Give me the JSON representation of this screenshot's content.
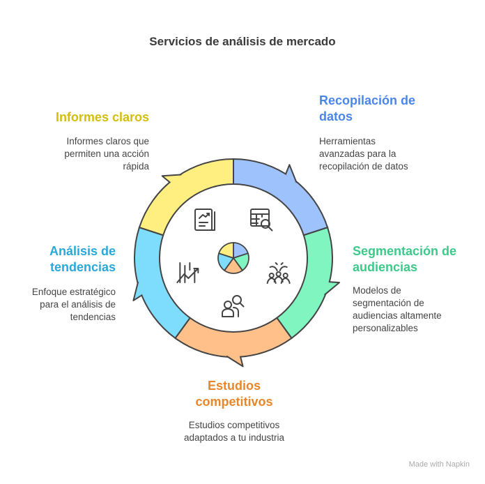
{
  "title": "Servicios de análisis de mercado",
  "sections": [
    {
      "heading": "Recopilación de datos",
      "heading_lines": [
        "Recopilación de",
        "datos"
      ],
      "description_lines": [
        "Herramientas",
        "avanzadas para la",
        "recopilación de datos"
      ],
      "color": "#9EC2FB",
      "text_color": "#4A86E8",
      "icon": "table-search-icon"
    },
    {
      "heading": "Segmentación de audiencias",
      "heading_lines": [
        "Segmentación de",
        "audiencias"
      ],
      "description_lines": [
        "Modelos de",
        "segmentación de",
        "audiencias altamente",
        "personalizables"
      ],
      "color": "#80F5C0",
      "text_color": "#3CC98A",
      "icon": "audience-group-icon"
    },
    {
      "heading": "Estudios competitivos",
      "heading_lines": [
        "Estudios",
        "competitivos"
      ],
      "description_lines": [
        "Estudios competitivos",
        "adaptados a tu industria"
      ],
      "color": "#FFC08A",
      "text_color": "#E8862A",
      "icon": "people-search-icon"
    },
    {
      "heading": "Análisis de tendencias",
      "heading_lines": [
        "Análisis de",
        "tendencias"
      ],
      "description_lines": [
        "Enfoque estratégico",
        "para el análisis de",
        "tendencias"
      ],
      "color": "#7EDDFD",
      "text_color": "#2AA8D8",
      "icon": "trend-chart-icon"
    },
    {
      "heading": "Informes claros",
      "heading_lines": [
        "Informes claros"
      ],
      "description_lines": [
        "Informes claros que",
        "permiten una acción",
        "rápida"
      ],
      "color": "#FFEF80",
      "text_color": "#D4BE0C",
      "icon": "report-icon"
    }
  ],
  "watermark": "Made with Napkin"
}
